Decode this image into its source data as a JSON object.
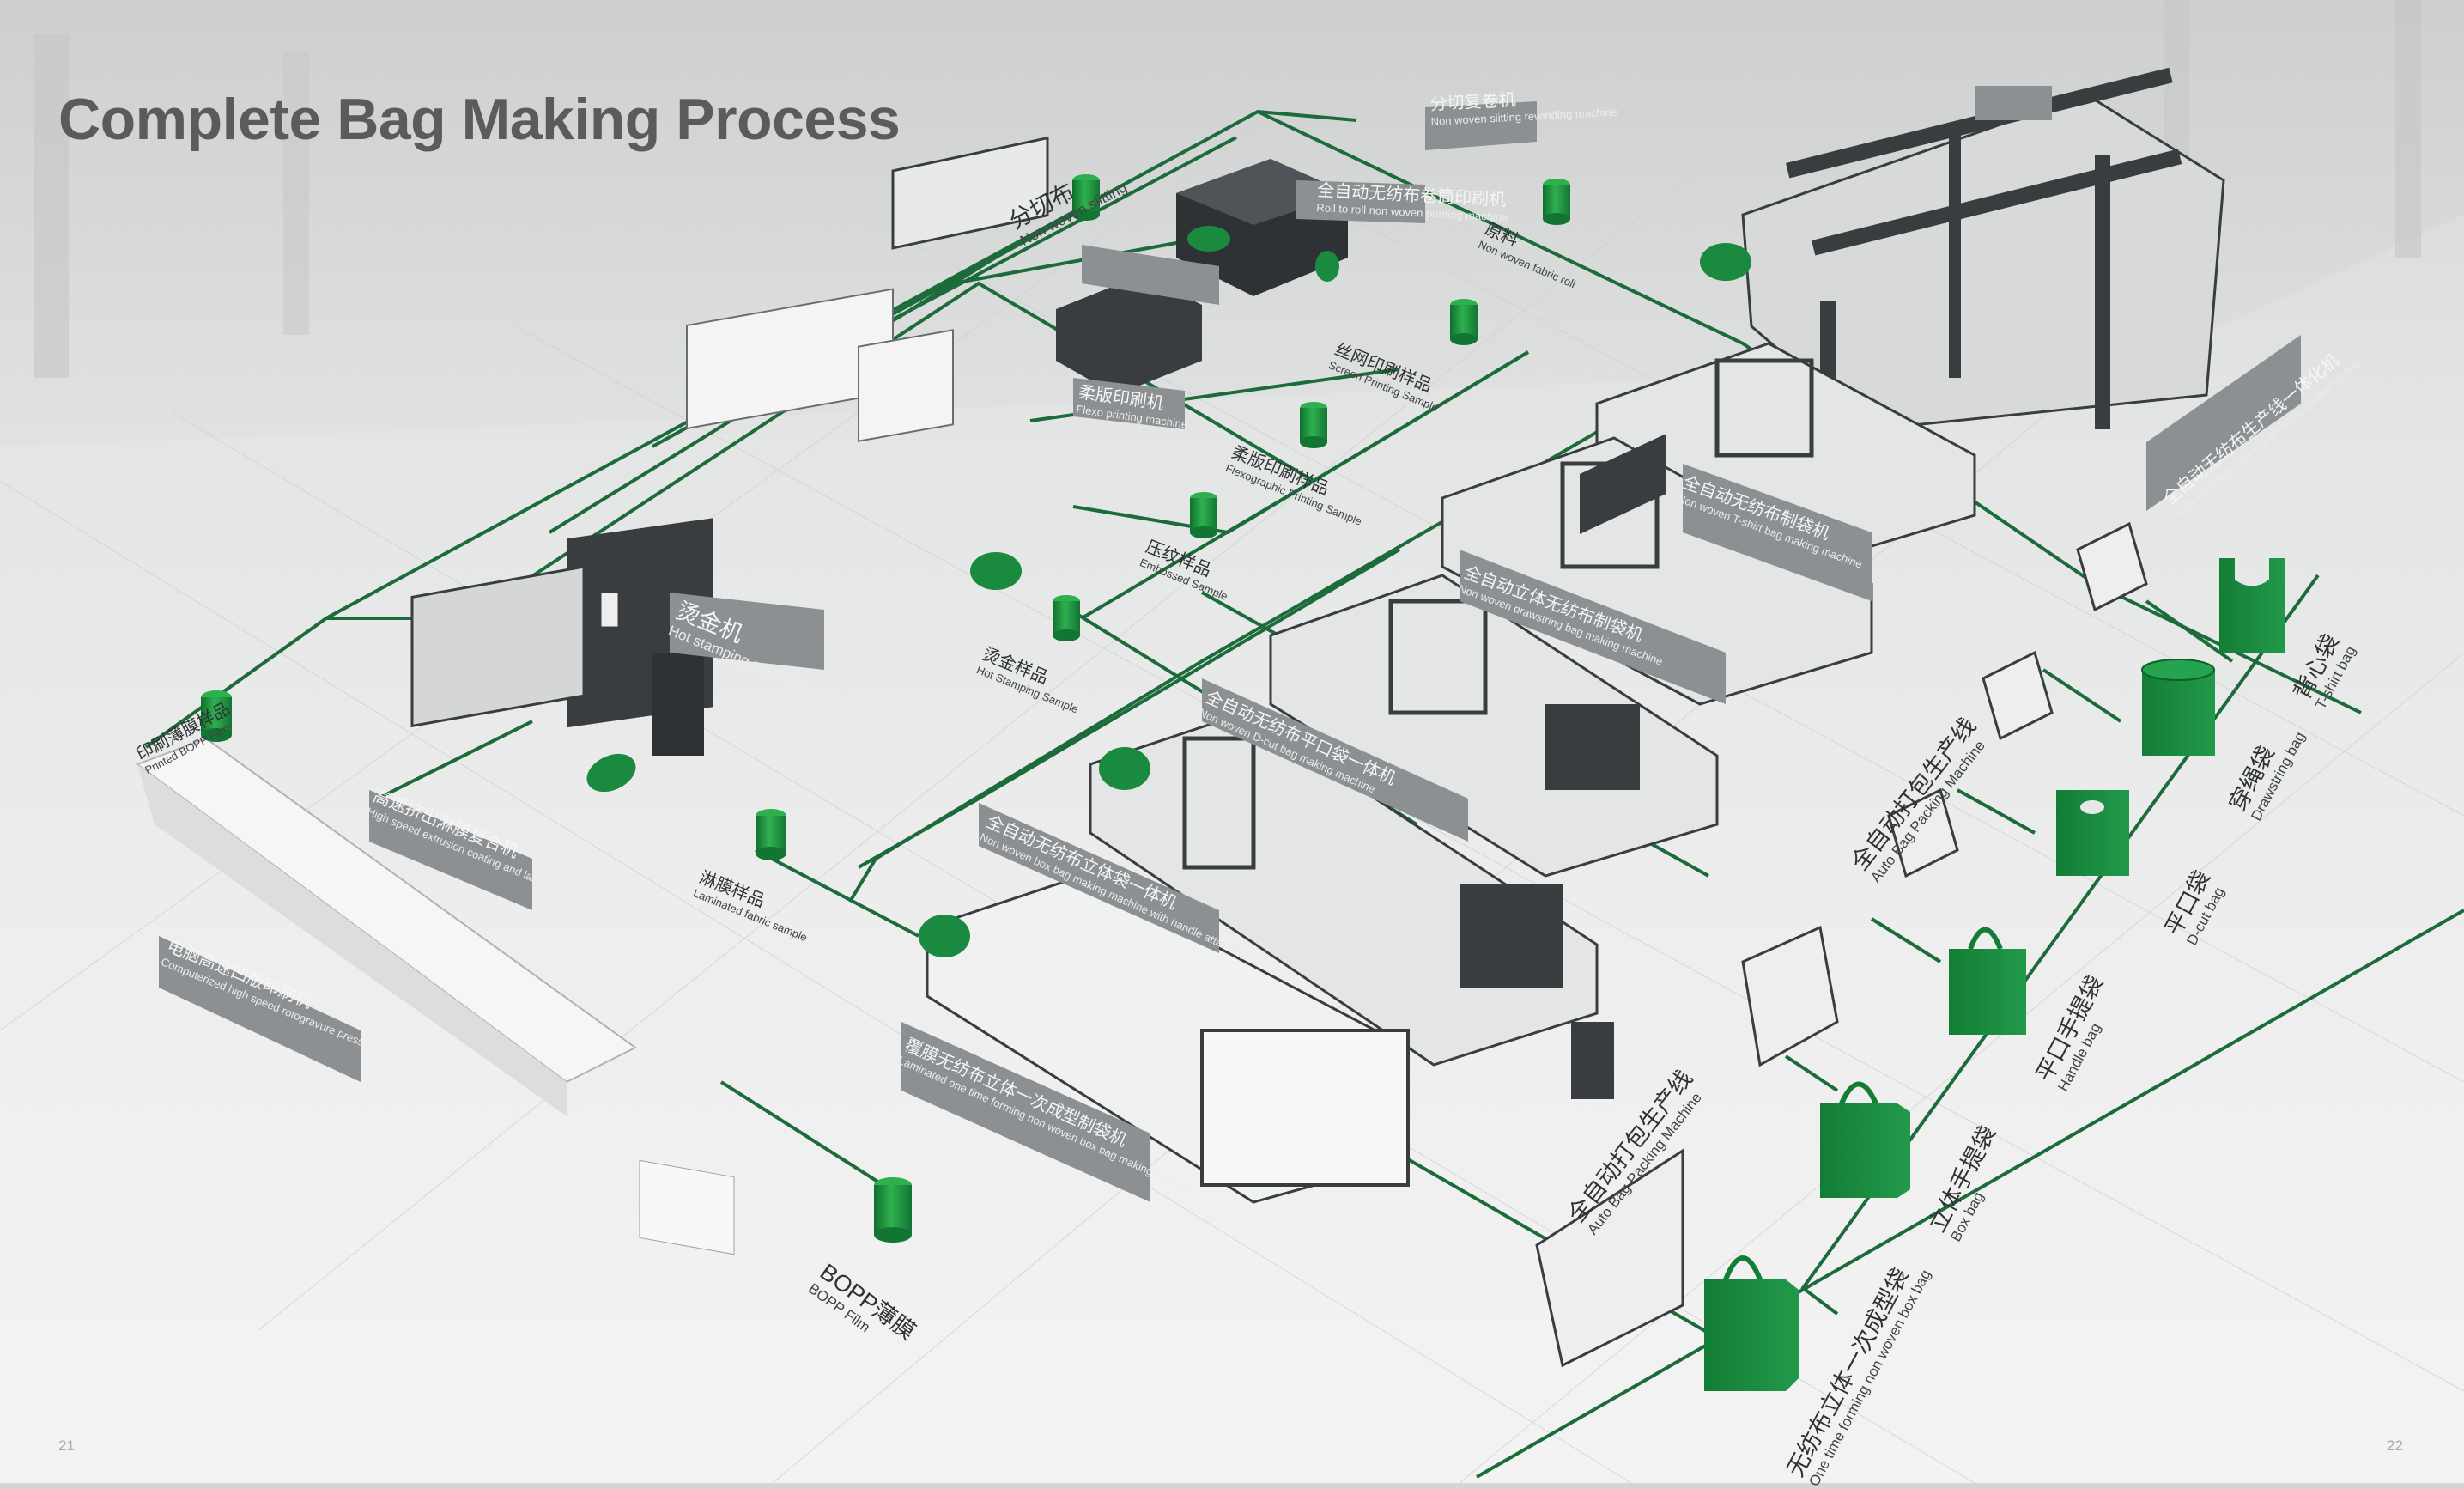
{
  "page": {
    "title": "Complete Bag Making Process",
    "page_left": "21",
    "page_right": "22"
  },
  "labels": {
    "slitting": {
      "cn": "分切布",
      "en": "Non woven slitting"
    },
    "nonwoven_roll": {
      "cn": "原料",
      "en": "Non woven fabric roll"
    },
    "full_line": {
      "cn": "全自动无纺布生产线一体化机",
      "en": "Fully automatic non woven fabric production line"
    },
    "rewinding": {
      "cn": "分切复卷机",
      "en": "Non woven slitting rewinding machine"
    },
    "roll_printing": {
      "cn": "全自动无纺布卷筒印刷机",
      "en": "Roll to roll non woven printing machine"
    },
    "screen_sample": {
      "cn": "丝网印刷样品",
      "en": "Screen Printing Sample"
    },
    "flexo_machine": {
      "cn": "柔版印刷机",
      "en": "Flexo printing machine"
    },
    "flexo_sample": {
      "cn": "柔版印刷样品",
      "en": "Flexographic Printing Sample"
    },
    "emboss_sample": {
      "cn": "压纹样品",
      "en": "Embossed Sample"
    },
    "hot_stamp_machine": {
      "cn": "烫金机",
      "en": "Hot stamping machine"
    },
    "hot_stamp_sample": {
      "cn": "烫金样品",
      "en": "Hot Stamping Sample"
    },
    "lamination_machine": {
      "cn": "高速挤出淋膜复合机",
      "en": "High speed extrusion coating and lamination machine"
    },
    "laminated_sample": {
      "cn": "淋膜样品",
      "en": "Laminated fabric sample"
    },
    "printed_bopp": {
      "cn": "印刷薄膜样品",
      "en": "Printed BOPP Film"
    },
    "gravure_press": {
      "cn": "电脑高速凹版印刷机",
      "en": "Computerized high speed rotogravure press"
    },
    "bopp_film": {
      "cn": "BOPP薄膜",
      "en": "BOPP Film"
    },
    "tshirt_machine": {
      "cn": "全自动无纺布制袋机",
      "en": "Non woven T-shirt bag making machine"
    },
    "drawstring_machine": {
      "cn": "全自动立体无纺布制袋机",
      "en": "Non woven drawstring bag making machine"
    },
    "dcut_machine": {
      "cn": "全自动无纺布平口袋一体机",
      "en": "Non woven D-cut bag making machine"
    },
    "handle_machine": {
      "cn": "全自动无纺布立体袋一体机",
      "en": "Non woven box bag making machine with handle attaching"
    },
    "one_time_machine": {
      "cn": "覆膜无纺布立体一次成型制袋机",
      "en": "Laminated one time forming non woven box bag making machine"
    },
    "packing_upper": {
      "cn": "全自动打包生产线",
      "en": "Auto Bag Packing Machine"
    },
    "packing_lower": {
      "cn": "全自动打包生产线",
      "en": "Auto Bag Packing Machine"
    },
    "tshirt_bag": {
      "cn": "背心袋",
      "en": "T-shirt bag"
    },
    "drawstring_bag": {
      "cn": "穿绳袋",
      "en": "Drawstring bag"
    },
    "dcut_bag": {
      "cn": "平口袋",
      "en": "D-cut bag"
    },
    "handle_bag": {
      "cn": "平口手提袋",
      "en": "Handle bag"
    },
    "box_bag": {
      "cn": "立体手提袋",
      "en": "Box bag"
    },
    "onetime_bag": {
      "cn": "无纺布立体一次成型袋",
      "en": "One time forming non woven box bag"
    }
  },
  "colors": {
    "line": "#1c6b3a",
    "product_green": "#1a8a3e",
    "tag_gray": "#8c9092",
    "machine_dark": "#3a3d40",
    "floor": "#e6e7e7"
  },
  "icons": {
    "fabric_roll": "fabric-roll-icon",
    "bag": "bag-icon"
  }
}
